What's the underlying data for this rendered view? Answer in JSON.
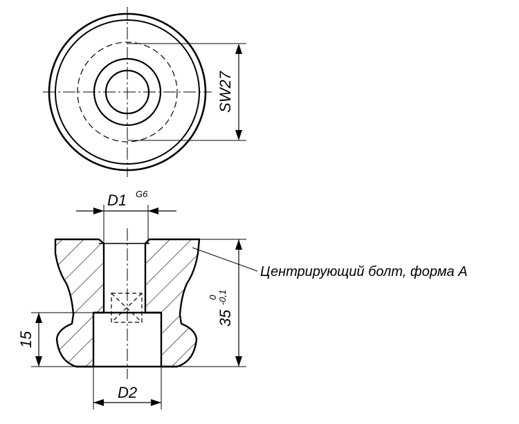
{
  "top_view": {
    "sw_label": "SW27"
  },
  "section_view": {
    "d1_label": "D1",
    "d1_tolerance": "G6",
    "d2_label": "D2",
    "height_small_label": "15",
    "height_total_label": "35",
    "height_total_tol_upper": "0",
    "height_total_tol_lower": "-0,1",
    "callout_text": "Центрирующий болт, форма A"
  },
  "colors": {
    "line": "#000000",
    "background": "#ffffff"
  }
}
